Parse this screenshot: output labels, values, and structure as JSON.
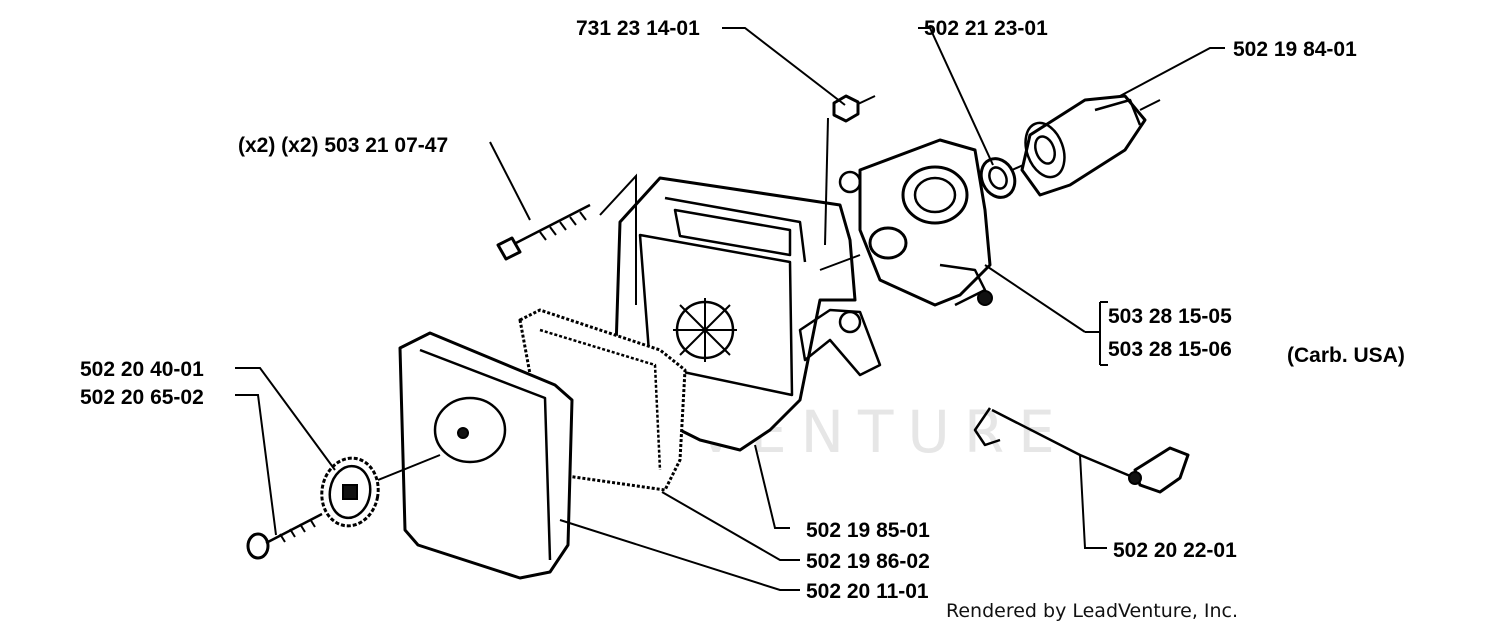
{
  "watermark": "LEADVENTURE",
  "footer": "Rendered by LeadVenture, Inc.",
  "labels": {
    "p731231401": "731 23 14-01",
    "p502212301": "502 21 23-01",
    "p502198401": "502 19 84-01",
    "bolt_qty": "(x2) (x2) 503 21 07-47",
    "p503281505": "503 28 15-05",
    "p503281506": "503 28 15-06",
    "carb_note": "(Carb. USA)",
    "p502204001": "502 20 40-01",
    "p502206502": "502 20 65-02",
    "p502198501": "502 19 85-01",
    "p502198602": "502 19 86-02",
    "p502201101": "502 20 11-01",
    "p502202201": "502 20 22-01"
  }
}
